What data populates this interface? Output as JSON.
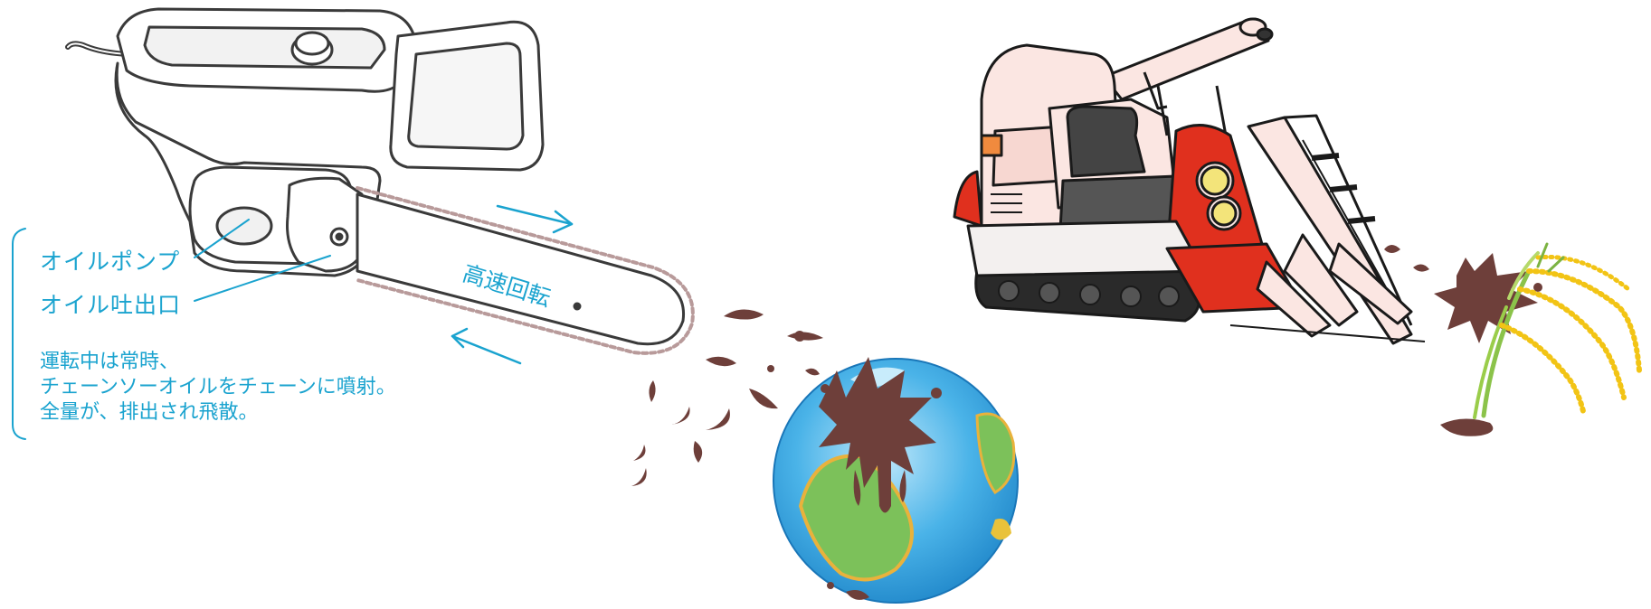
{
  "labels": {
    "oil_pump": "オイルポンプ",
    "oil_outlet": "オイル吐出口",
    "high_speed_rotation": "高速回転",
    "note_line1": "運転中は常時、",
    "note_line2": "チェーンソーオイルをチェーンに噴射。",
    "note_line3": "全量が、排出され飛散。"
  },
  "colors": {
    "label": "#1aa3cf",
    "oil": "#6e3f3a",
    "harvester_red": "#e0301e",
    "harvester_body": "#fbe6e2",
    "earth_ocean": "#4ab3e8",
    "earth_land": "#7cc15a",
    "rice": "#f2c415"
  },
  "icons": [
    "chainsaw-icon",
    "globe-icon",
    "combine-harvester-icon",
    "rice-plant-icon",
    "oil-splatter-icon",
    "rotation-arrow-icon"
  ]
}
